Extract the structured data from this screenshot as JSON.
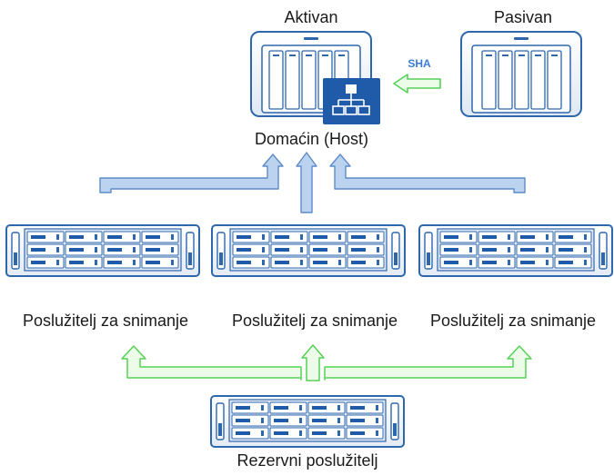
{
  "nodes": {
    "active": {
      "label": "Aktivan"
    },
    "passive": {
      "label": "Pasivan"
    },
    "host": {
      "label": "Domaćin (Host)"
    },
    "sha": {
      "label": "SHA"
    },
    "recording_servers": [
      {
        "label": "Poslužitelj za snimanje"
      },
      {
        "label": "Poslužitelj za snimanje"
      },
      {
        "label": "Poslužitelj za snimanje"
      }
    ],
    "backup": {
      "label": "Rezervni poslužitelj"
    }
  },
  "colors": {
    "device_fill": "#f1f5fb",
    "device_stroke": "#2f67ad",
    "device_dark": "#1f5ba8",
    "blue_arrow_fill": "#bcd3ef",
    "blue_arrow_stroke": "#5d8bc8",
    "green_arrow_fill": "#edfbe9",
    "green_arrow_stroke": "#55d255"
  }
}
